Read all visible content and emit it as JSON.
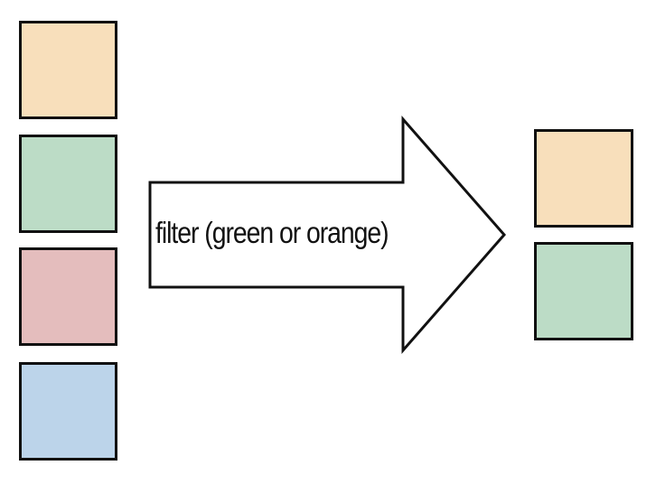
{
  "arrow": {
    "label": "filter (green or orange)",
    "fill": "#ffffff",
    "stroke": "#111111"
  },
  "input_boxes": [
    {
      "color_name": "orange",
      "fill": "#f8dfbb"
    },
    {
      "color_name": "green",
      "fill": "#bcdcc6"
    },
    {
      "color_name": "red",
      "fill": "#e4bdbd"
    },
    {
      "color_name": "blue",
      "fill": "#bcd4ea"
    }
  ],
  "output_boxes": [
    {
      "color_name": "orange",
      "fill": "#f8dfbb"
    },
    {
      "color_name": "green",
      "fill": "#bcdcc6"
    }
  ]
}
